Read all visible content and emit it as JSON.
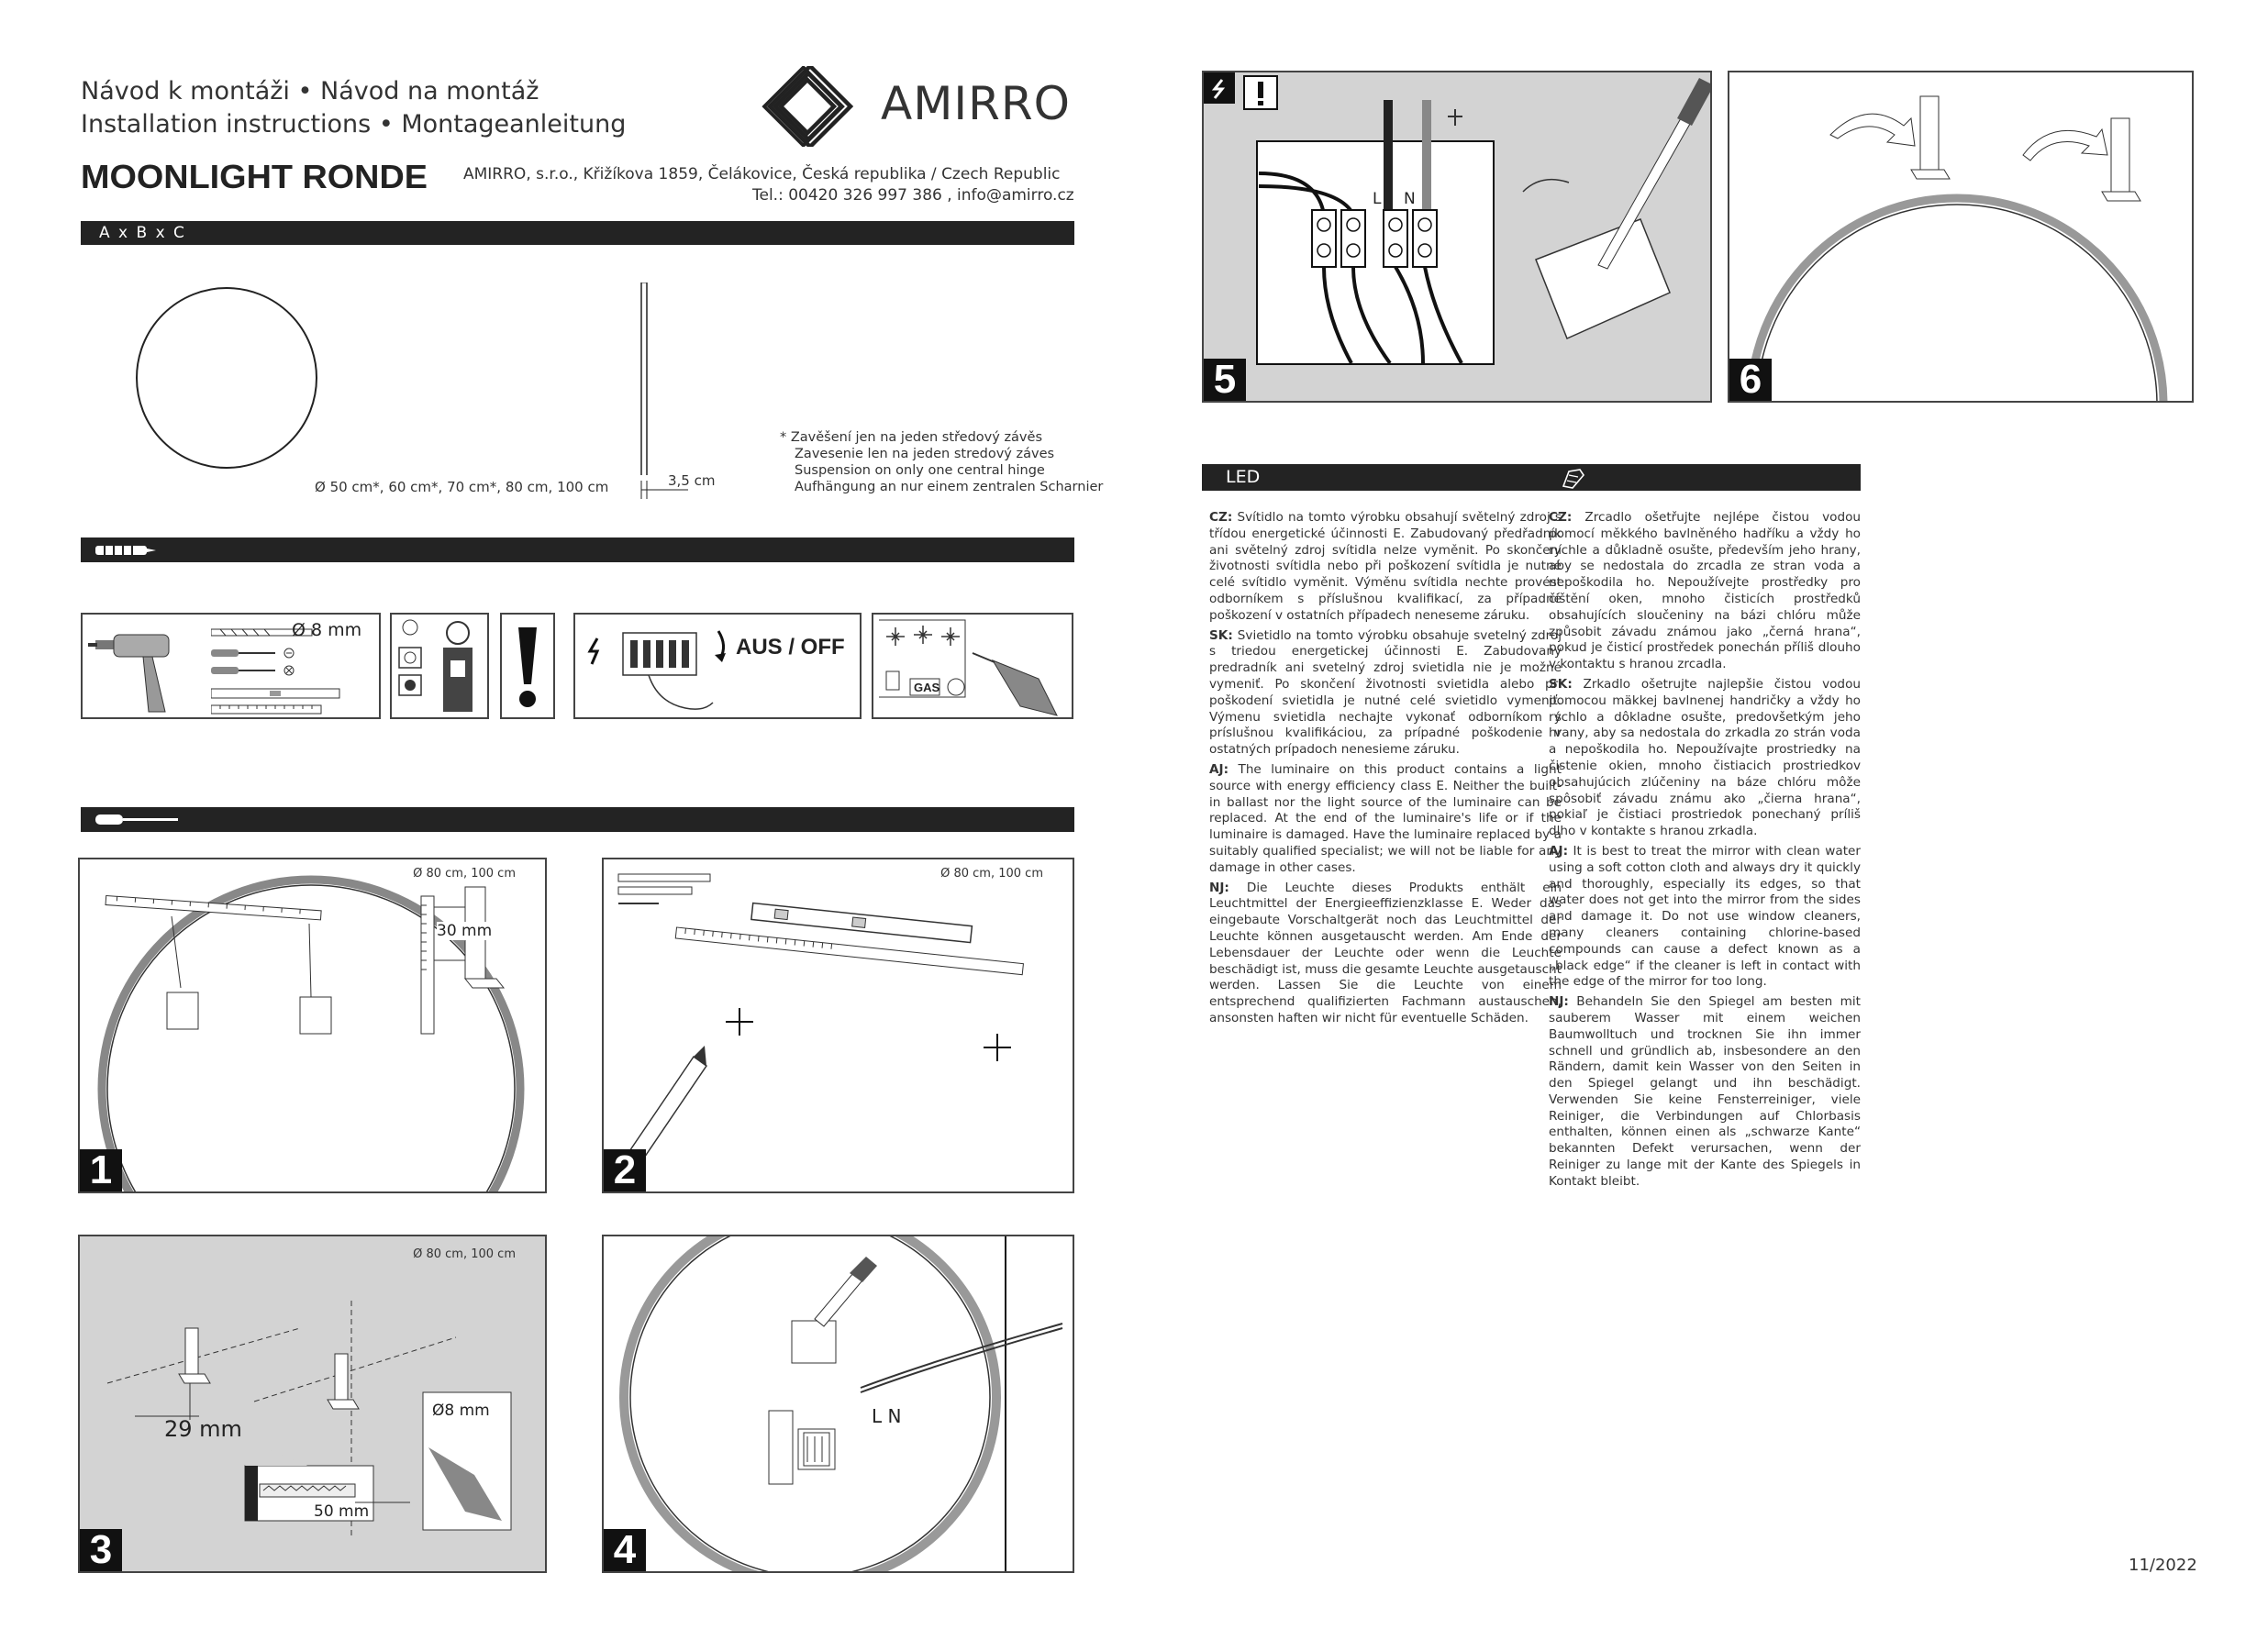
{
  "header": {
    "line1": "Návod k montáži • Návod na montáž",
    "line2": "Installation instructions • Montageanleitung",
    "brand": "AMIRRO",
    "product": "MOONLIGHT RONDE",
    "company": "AMIRRO, s.r.o.,  Křižíkova 1859, Čelákovice, Česká republika / Czech Republic",
    "contact": "Tel.: 00420 326 997 386 , info@amirro.cz"
  },
  "dimensions": {
    "bar_label": "A x B x C",
    "sizes": "Ø  50 cm*, 60 cm*, 70 cm*, 80 cm, 100 cm",
    "depth": "3,5 cm",
    "note": [
      "*  Zavěšení jen na jeden středový závěs",
      "Zavesenie len na jeden stredový záves",
      "Suspension on only one central hinge",
      "Aufhängung an nur einem zentralen Scharnier"
    ]
  },
  "tools": {
    "drill_size": "Ø 8 mm",
    "aus_off": "AUS / OFF",
    "gas": "GAS"
  },
  "steps": {
    "s1": {
      "num": "1",
      "sizes": "Ø  80 cm, 100 cm",
      "dim": "30 mm"
    },
    "s2": {
      "num": "2",
      "sizes": "Ø  80 cm, 100 cm"
    },
    "s3": {
      "num": "3",
      "sizes": "Ø  80 cm, 100 cm",
      "dim1": "29 mm",
      "dim2": "Ø8 mm",
      "dim3": "50 mm"
    },
    "s4": {
      "num": "4",
      "ln": "L N"
    },
    "s5": {
      "num": "5",
      "l": "L",
      "n": "N"
    },
    "s6": {
      "num": "6"
    }
  },
  "led": {
    "title": "LED",
    "paragraphs": [
      {
        "lang": "CZ:",
        "text": "Svítidlo na tomto výrobku obsahují světelný zdroj s třídou energetické účinnosti E. Zabudovaný předřadník ani světelný zdroj svítidla nelze vyměnit. Po skončení životnosti svítidla nebo při poškození svítidla je nutné celé svítidlo vyměnit. Výměnu svítidla nechte provést odborníkem s příslušnou kvalifikací, za případné poškození v ostatních případech neneseme záruku."
      },
      {
        "lang": "SK:",
        "text": "Svietidlo na tomto výrobku obsahuje svetelný zdroj s triedou energetickej účinnosti E. Zabudovaný predradník ani svetelný zdroj svietidla nie je možné vymeniť. Po skončení životnosti svietidla alebo pri poškodení svietidla je nutné celé svietidlo vymeniť. Výmenu svietidla nechajte vykonať odborníkom s príslušnou kvalifikáciou, za prípadné poškodenie v ostatných prípadoch nenesieme záruku."
      },
      {
        "lang": "AJ:",
        "text": "The luminaire on this product contains a light source with energy efficiency class E. Neither the built-in ballast nor the light source of the luminaire can be replaced. At the end of the luminaire's life or if the luminaire is damaged. Have the luminaire replaced by a suitably qualified specialist; we will not be liable for any damage in other cases."
      },
      {
        "lang": "NJ:",
        "text": "Die Leuchte dieses Produkts enthält ein Leuchtmittel der Energieeffizienzklasse E. Weder das eingebaute Vorschaltgerät noch das Leuchtmittel der Leuchte können ausgetauscht werden. Am Ende der Lebensdauer der Leuchte oder wenn die Leuchte beschädigt ist, muss die gesamte Leuchte ausgetauscht werden. Lassen Sie die Leuchte von einem entsprechend qualifizierten Fachmann austauschen, ansonsten haften wir nicht für eventuelle Schäden."
      }
    ]
  },
  "care": {
    "paragraphs": [
      {
        "lang": "CZ:",
        "text": "Zrcadlo ošetřujte nejlépe čistou vodou pomocí měkkého bavlněného hadříku a vždy ho rychle a důkladně osušte, především jeho hrany, aby se nedostala do zrcadla ze stran voda a nepoškodila ho. Nepoužívejte prostředky pro čištění oken, mnoho čisticích prostředků obsahujících sloučeniny na bázi chlóru může způsobit závadu známou jako „černá hrana“, pokud je čisticí prostředek ponechán příliš dlouho v kontaktu s hranou zrcadla."
      },
      {
        "lang": "SK:",
        "text": "Zrkadlo ošetrujte najlepšie čistou vodou pomocou mäkkej bavlnenej handričky a vždy ho rýchlo a dôkladne osušte, predovšetkým jeho hrany, aby sa nedostala do zrkadla zo strán voda a nepoškodila ho. Nepoužívajte prostriedky na čistenie okien, mnoho čistiacich prostriedkov obsahujúcich zlúčeniny na báze chlóru môže spôsobiť závadu známu ako „čierna hrana“, pokiaľ je čistiaci prostriedok ponechaný príliš dlho v kontakte s hranou zrkadla."
      },
      {
        "lang": "AJ:",
        "text": "It is best to treat the mirror with clean water using a soft cotton cloth and always dry it quickly and thoroughly, especially its edges, so that water does not get into the mirror from the sides and damage it. Do not use window cleaners, many cleaners containing chlorine-based compounds can cause a defect known as a „black edge“ if the cleaner is left in contact with the edge of the mirror for too long."
      },
      {
        "lang": "NJ:",
        "text": "Behandeln Sie den Spiegel am besten mit sauberem Wasser mit einem weichen Baumwolltuch und trocknen Sie ihn immer schnell und gründlich ab, insbesondere an den Rändern, damit kein Wasser von den Seiten in den Spiegel gelangt und ihn beschädigt. Verwenden Sie keine Fensterreiniger, viele Reiniger, die Verbindungen auf Chlorbasis enthalten, können einen als „schwarze Kante“ bekannten Defekt verursachen, wenn der Reiniger zu lange mit der Kante des Spiegels in Kontakt bleibt."
      }
    ]
  },
  "footer": {
    "date": "11/2022"
  }
}
